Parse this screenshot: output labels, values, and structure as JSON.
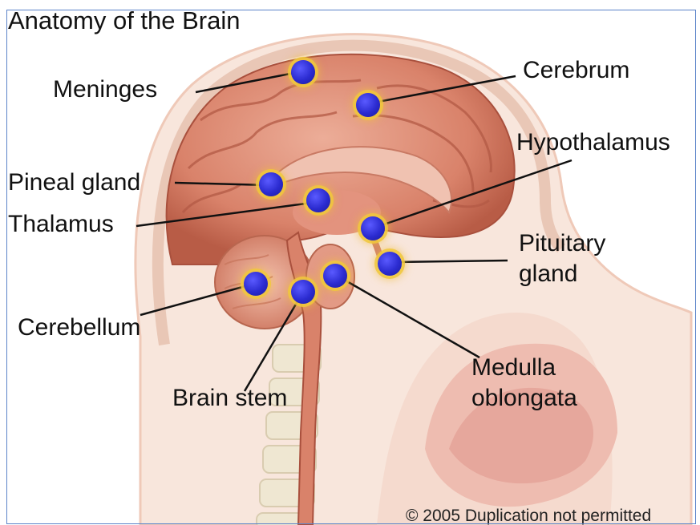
{
  "title": "Anatomy of the Brain",
  "labels": {
    "meninges": "Meninges",
    "cerebrum": "Cerebrum",
    "hypothalamus": "Hypothalamus",
    "pineal_gland": "Pineal gland",
    "thalamus": "Thalamus",
    "pituitary_line1": "Pituitary",
    "pituitary_line2": "gland",
    "cerebellum": "Cerebellum",
    "brain_stem": "Brain stem",
    "medulla_line1": "Medulla",
    "medulla_line2": "oblongata"
  },
  "copyright": "© 2005 Duplication not permitted",
  "colors": {
    "marker": "#2b2bd0",
    "marker_glow": "#f0c83c",
    "brain": "#d9826a",
    "skin": "#f6ddd0",
    "frame_border": "#5b83c9"
  }
}
